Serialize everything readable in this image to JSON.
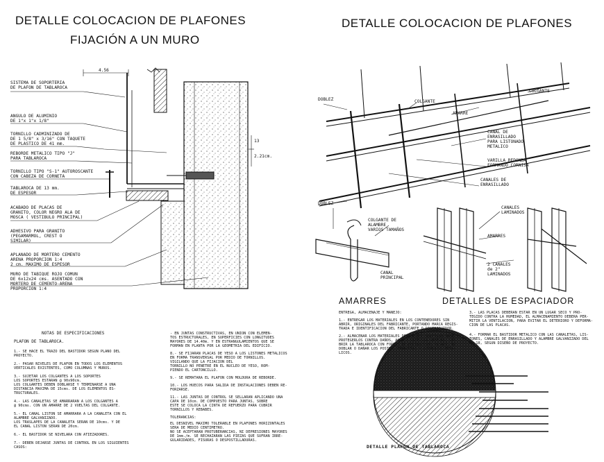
{
  "titles": {
    "left_line1": "DETALLE COLOCACION DE PLAFONES",
    "left_line2": "FIJACIÓN A UN MURO",
    "right": "DETALLE COLOCACION DE PLAFONES"
  },
  "left_labels": [
    "SISTEMA DE SOPORTERIA\nDE PLAFON DE TABLAROCA",
    "ANGULO DE ALUMINIO\nDE 1\"x 1\"x 1/8\"",
    "TORNILLO CADMINIZADO DE\nDE 1 5/8\" x 3/16\" CON TAQUETE\nDE PLASTICO DE 41 mm.",
    "REBORDE METALICO TIPO \"J\"\nPARA TABLAROCA",
    "TORNILLO TIPO \"S-1\" AUTOROSCANTE\nCON CABEZA DE CORNETA",
    "TABLAROCA DE 13 mm.\nDE ESPESOR",
    "ACABADO DE PLACAS DE\nGRANITO, COLOR NEGRO ALA DE\nMOSCA ( VESTIBULO PRINCIPAL)",
    "ADHESIVO PARA GRANITO\n(PEGAMARMOL, CREST O\nSIMILAR)",
    "APLANADO DE MORTERO CEMENTO\nARENA PROPORCION 1:4\n2 cm. MAXIMO DE ESPESOR",
    "MURO DE TABIQUE ROJO COMUN\nDE 6x12x24 cms. ASENTADO CON\nMORTERO DE CEMENTO-ARENA\nPROPORCION 1:4"
  ],
  "dims": {
    "top": "4.56",
    "side1": "13",
    "side2": "2.21cm."
  },
  "right_labels": {
    "doblez_top": "DOBLEZ",
    "colgante_mid": "COLGANTE",
    "colgante_right": "COLGANTE",
    "amarre": "AMARRE",
    "canal_enrasillado": "CANAL DE\nENRASILLADO\nPARA LISTONADO\nMETALICO",
    "varilla": "VARILLA REDONDA\nFORMANDO CORNISA",
    "canales_enrasillado": "CANALES DE\nENRASILLADO",
    "doblez_bottom": "DOBLEZ",
    "colgante_alambre": "COLGANTE DE\nALAMBRE\nVARIOS TAMAÑOS",
    "canal_principal": "CANAL\nPRINCIPAL",
    "canales_laminados": "CANALES\nLAMINADOS",
    "amarres_small": "AMARRES",
    "dos_canales": "2 CANALES\nde 2\"\nLAMINADOS"
  },
  "subtitles": {
    "amarres": "AMARRES",
    "espaciador": "DETALLES DE ESPACIADOR"
  },
  "notes": {
    "title": "NOTAS DE ESPECIFICACIONES",
    "subtitle": "PLAFON DE TABLAROCA.",
    "col1": [
      "1.-  SE HACE EL TRAZO DEL BASTIDOR SEGUN PLANO DEL\n      PROYECTO.",
      "2.-  PASAR NIVELES DE PLAFON EN TODOS LOS ELEMENTOS\n      VERTICALES EXISTENTES, COMO COLUMNAS Y MUROS.",
      "3.-  SUJETAR LOS COLGANTES A LOS SOPORTES\n      LOS SOPORTES ESTARAN @ 90x90cm.\n      LOS COLGANTES DEBEN DOBLARSE Y TERMINARSE A UNA\n      DISTANCIA MAXIMA DE 15cms. DE LOS ELEMENTOS ES-\n      TRUCTURALES.",
      "4.-  LAS CANALETAS SE AMARRARAN A LOS COLGANTES A\n      @ 90cms. CON UN AMARRE DE 2 VUELTAS DEL COLGANTE.",
      "5.-  EL CANAL LISTON SE AMARRARA A LA CANALETA CON EL\n      ALAMBRE GALVANIZADO.\n      LOS TRASLAPES DE LA CANALETA SERAN DE 10cms. Y DE\n      EL CANAL LISTON SERAN DE 20cm.",
      "6.-  EL BASTIDOR SE NIVELARA CON ATIEZADORES.",
      "7.-  DEBEN DEJARSE JUNTAS DE CONTROL EN LOS SIGUIENTES\n      CASOS:"
    ],
    "col2": [
      "  - EN JUNTAS CONSTRUCTIVAS, EN UNION CON ELEMEN-\n    TOS ESTRUCTURALES, EN SUPERFICIES CON LONGITUDES\n    MAYORES DE 14.40m. Y EN ESTRANGULAMIENTOS QUE SE\n    FORMAN EN PLANTA POR LA GEOMETRIA DEL EDIFICIO.",
      "8.-  SE FIJARAN PLACAS DE YESO A LOS LISTONES METALICOS\n     EN FORMA TRANSVERSAL POR MEDIO DE TORNILLOS.\n     VIGILANDO QUE LA FIJACION DEL\n     TORNILLO NO PENETRE EN EL NUCLEO DE YESO, ROM-\n     PIENDO EL CARTONCILLO.",
      "9.-  SE REMATARA EL PLAFON CON MOLDURA DE REBORDE.",
      "10.- LOS HUECOS PARA SALIDA DE INSTALACIONES DEBEN RE-\n     FORZARSE.",
      "11.- LAS JUNTAS DE CONTROL SE SELLARAN APLICANDO UNA\n     CAPA DE 10cm. DE COMPUESTO PARA JUNTAS, SOBRE\n     ESTE SE COLOCA LA CINTA DE REFUERZO PARA CUBRIR\n     TORNILLOS Y REBABES.",
      "TOLERANCIAS:",
      "EL DESNIVEL MAXIMO TOLERABLE EN PLAFONES HORIZONTALES\nSERA DE MEDIO CENTIMETRO.\nNO SE ACEPTARAN PROTUBERANCIAS, NI DEPRESIONES MAYORES\nDE 1mm./m. SE RECHAZARAN LAS PIEZAS QUE SUFRAN IRRE-\nGULARIDADES, FISURAS O DESPOSTILLADURAS."
    ],
    "col3": [
      "ENTREGA, ALMACENAJE Y MANEJO:",
      "1.-  ENTREGAR LOS MATERIALES EN LOS CONTENEDORES SIN\n     ABRIR, ORIGINALES DEL FABRICANTE, PORTANDO MARCA REGIS-\n     TRADA E IDENTIFICACION DEL FABRICANTE O DISTRIBUIDOR.",
      "2.-  ALMACENAR LOS MATERIALES DENTRO DEL EDIFICIO PARA\n     PROTEGERLOS CONTRA DAÑOS, AGUA Y EXCESIVA HUMEDAD, CU-\n     BRIR LA TABLAROCA CON FORROS DE POLIETILENO PESADO, NO\n     DOBLAR O DAÑAR LOS POSTES, CANALETAS Y ELEMENTOS META-\n     LICOS."
    ],
    "col4": [
      "3.-  LAS PLACAS DEBERAN ESTAR EN UN LUGAR SECO Y PRO-\n     TEGIDO CONTRA LA HUMEDAD, EL ALMACENAMIENTO DEBERA PER-\n     MITIR LA VENTILACION, PARA EVITAR EL DETERIORO Y DEFORMA-\n     CION DE LAS PLACAS.",
      "4.-  FORMAR EL BASTIDOR METALICO CON LAS CANALETAS, LIS-\n     TONES, CANALES DE ENRASILLADO Y ALAMBRE GALVANIZADO DEL\n     No.18, SEGUN DISEÑO DE PROYECTO."
    ]
  },
  "detail_caption": "DETALLE PLAFON DE TABLAROCA"
}
